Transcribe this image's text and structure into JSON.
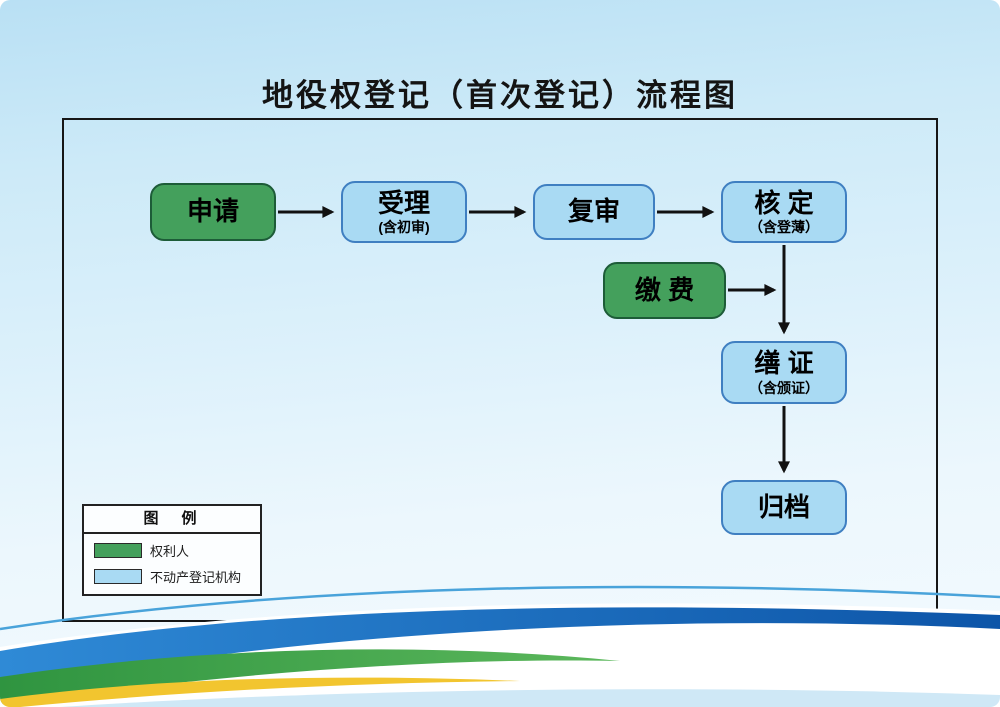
{
  "page": {
    "title": "地役权登记（首次登记）流程图"
  },
  "flow": {
    "nodes": [
      {
        "id": "apply",
        "label": "申请",
        "sub": "",
        "type": "applicant"
      },
      {
        "id": "accept",
        "label": "受理",
        "sub": "(含初审)",
        "type": "agency"
      },
      {
        "id": "review",
        "label": "复审",
        "sub": "",
        "type": "agency"
      },
      {
        "id": "verify",
        "label": "核 定",
        "sub": "（含登薄）",
        "type": "agency"
      },
      {
        "id": "pay",
        "label": "缴 费",
        "sub": "",
        "type": "applicant"
      },
      {
        "id": "issue",
        "label": "缮 证",
        "sub": "（含颁证）",
        "type": "agency"
      },
      {
        "id": "archive",
        "label": "归档",
        "sub": "",
        "type": "agency"
      }
    ]
  },
  "legend": {
    "title": "图　例",
    "items": [
      {
        "label": "权利人",
        "color": "#44a05c"
      },
      {
        "label": "不动产登记机构",
        "color": "#a9daf3"
      }
    ]
  },
  "colors": {
    "applicant_fill": "#44a05c",
    "applicant_border": "#1d5c38",
    "agency_fill": "#a9daf3",
    "agency_border": "#3f7fc1",
    "arrow": "#111111",
    "frame_border": "#161616",
    "wave_blue": "#1766b8",
    "wave_green": "#3fa34d",
    "wave_yellow": "#f2c52f"
  }
}
